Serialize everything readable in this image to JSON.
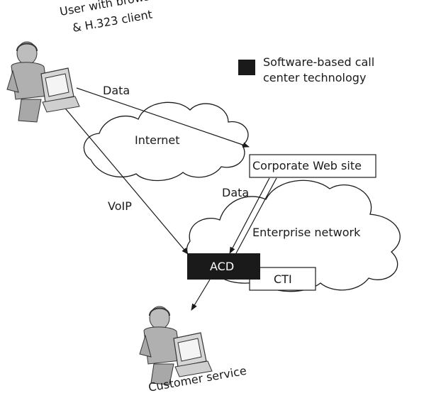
{
  "user_label_line1": "User with browser",
  "user_label_line2": "& H.323 client",
  "legend_label_line1": "Software-based call",
  "legend_label_line2": "center technology",
  "data_label_top": "Data",
  "internet_label": "Internet",
  "corporate_web_site_label": "Corporate Web site",
  "data_label_mid": "Data",
  "voip_label": "VoIP",
  "enterprise_network_label": "Enterprise network",
  "acd_label": "ACD",
  "cti_label": "CTI",
  "customer_service_label": "Customer service",
  "colors": {
    "software_box": "#1a1a1a",
    "line": "#1a1a1a",
    "person": "#b8b8b8",
    "computer": "#d9d9d9"
  }
}
